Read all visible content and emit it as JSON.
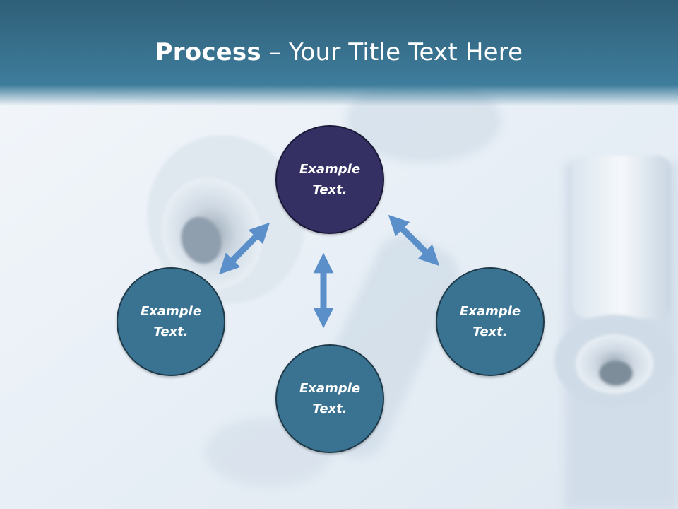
{
  "slide": {
    "title_bold": "Process",
    "title_separator": " – ",
    "title_rest": "Your Title Text Here"
  },
  "nodes": {
    "top": "Example\nText.",
    "left": "Example\nText.",
    "right": "Example\nText.",
    "bottom": "Example\nText."
  },
  "colors": {
    "header": "#3a7391",
    "node_primary": "#353063",
    "node_secondary": "#3a7391",
    "arrow": "#5b8fca"
  }
}
